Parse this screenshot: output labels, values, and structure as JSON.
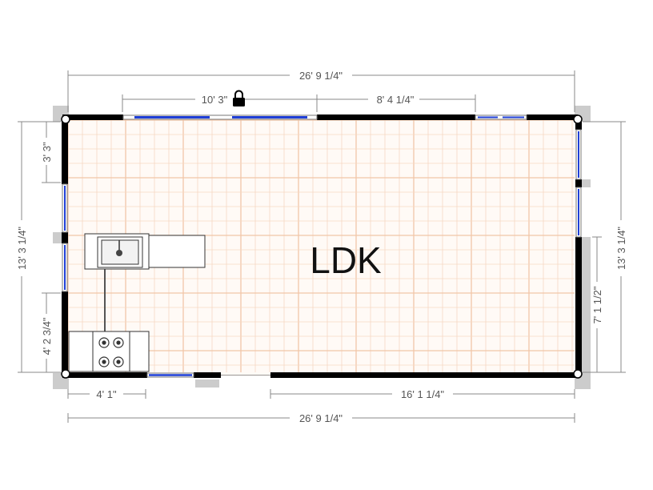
{
  "room": {
    "label": "LDK"
  },
  "dimensions": {
    "top_overall": "26' 9 1/4\"",
    "top_window_span": "10' 3\"",
    "top_right_span": "8' 4 1/4\"",
    "left_overall": "13' 3 1/4\"",
    "left_upper": "3' 3\"",
    "left_lower": "4' 2 3/4\"",
    "right_overall": "13' 3 1/4\"",
    "right_lower": "7' 1 1/2\"",
    "bottom_left": "4' 1\"",
    "bottom_right": "16' 1 1/4\"",
    "bottom_overall": "26' 9 1/4\""
  },
  "icons": {
    "lock": "lock-icon",
    "sink": "sink-icon",
    "stove": "stove-icon"
  },
  "colors": {
    "wall": "#000000",
    "window": "#1f3fd6",
    "floor_grid": "#f6d9c3",
    "floor_grid_major": "#f1c6a8",
    "wall_shadow": "#cccccc",
    "dimension_line": "#888888"
  }
}
